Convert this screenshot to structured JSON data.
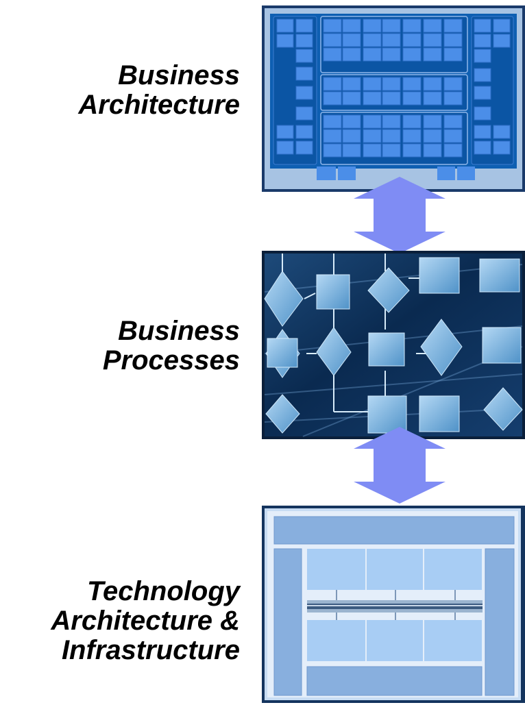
{
  "layers": [
    {
      "id": "business-architecture",
      "lines": [
        "Business",
        "Architecture"
      ]
    },
    {
      "id": "business-processes",
      "lines": [
        "Business",
        "Processes"
      ]
    },
    {
      "id": "technology-architecture",
      "lines": [
        "Technology",
        "Architecture &",
        "Infrastructure"
      ]
    }
  ],
  "colors": {
    "arrow": "#7f8cf4",
    "panel_dark": "#0d5eb0",
    "panel_tile": "#4a8ce6",
    "panel_light": "#a8c8e8",
    "tech_frame": "#9dbde4"
  }
}
